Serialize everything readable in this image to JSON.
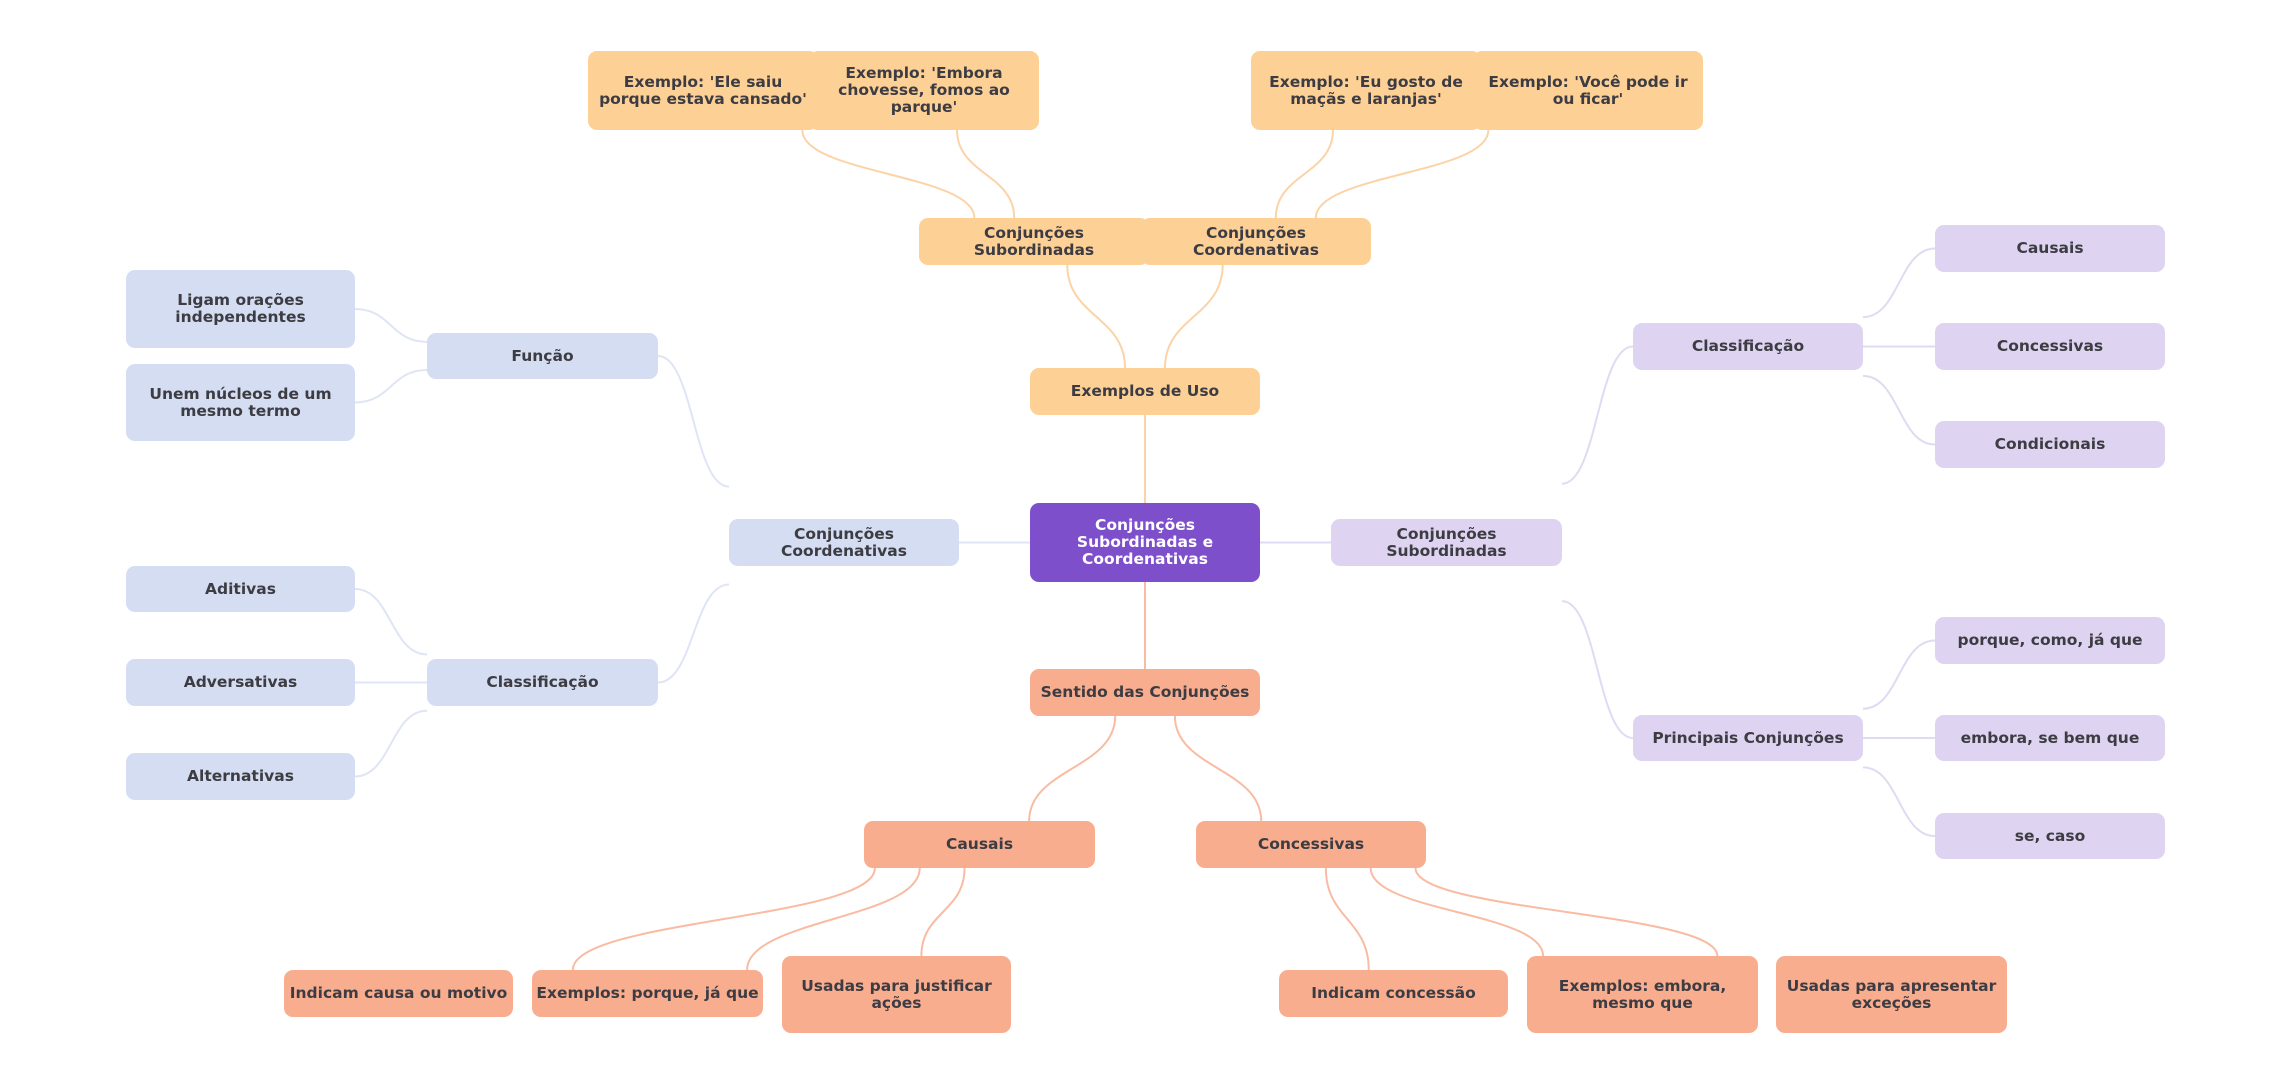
{
  "title": "Conjunções Subordinadas e Coordenativas",
  "colors": {
    "root": "#7e4fcb",
    "exemplos_branch": "#fdd096",
    "coordenativas_branch": "#d5ddf2",
    "subordinadas_branch": "#ded4f1",
    "sentido_branch": "#f9ad8f",
    "text": "#3c3c42"
  },
  "nodes": {
    "root": "Conjunções Subordinadas e Coordenativas",
    "exemplos": {
      "label": "Exemplos de Uso",
      "subordinadas": {
        "label": "Conjunções Subordinadas",
        "examples": [
          "Exemplo: 'Ele saiu porque estava cansado'",
          "Exemplo: 'Embora chovesse, fomos ao parque'"
        ]
      },
      "coordenativas": {
        "label": "Conjunções Coordenativas",
        "examples": [
          "Exemplo: 'Eu gosto de maçãs e laranjas'",
          "Exemplo: 'Você pode ir ou ficar'"
        ]
      }
    },
    "coordenativas": {
      "label": "Conjunções Coordenativas",
      "funcao": {
        "label": "Função",
        "children": [
          "Ligam orações independentes",
          "Unem núcleos de um mesmo termo"
        ]
      },
      "classificacao": {
        "label": "Classificação",
        "children": [
          "Aditivas",
          "Adversativas",
          "Alternativas"
        ]
      }
    },
    "subordinadas": {
      "label": "Conjunções Subordinadas",
      "classificacao": {
        "label": "Classificação",
        "children": [
          "Causais",
          "Concessivas",
          "Condicionais"
        ]
      },
      "principais": {
        "label": "Principais Conjunções",
        "children": [
          "porque, como, já que",
          "embora, se bem que",
          "se, caso"
        ]
      }
    },
    "sentido": {
      "label": "Sentido das Conjunções",
      "causais": {
        "label": "Causais",
        "children": [
          "Indicam causa ou motivo",
          "Exemplos: porque, já que",
          "Usadas para justificar ações"
        ]
      },
      "concessivas": {
        "label": "Concessivas",
        "children": [
          "Indicam concessão",
          "Exemplos: embora, mesmo que",
          "Usadas para apresentar exceções"
        ]
      }
    }
  }
}
